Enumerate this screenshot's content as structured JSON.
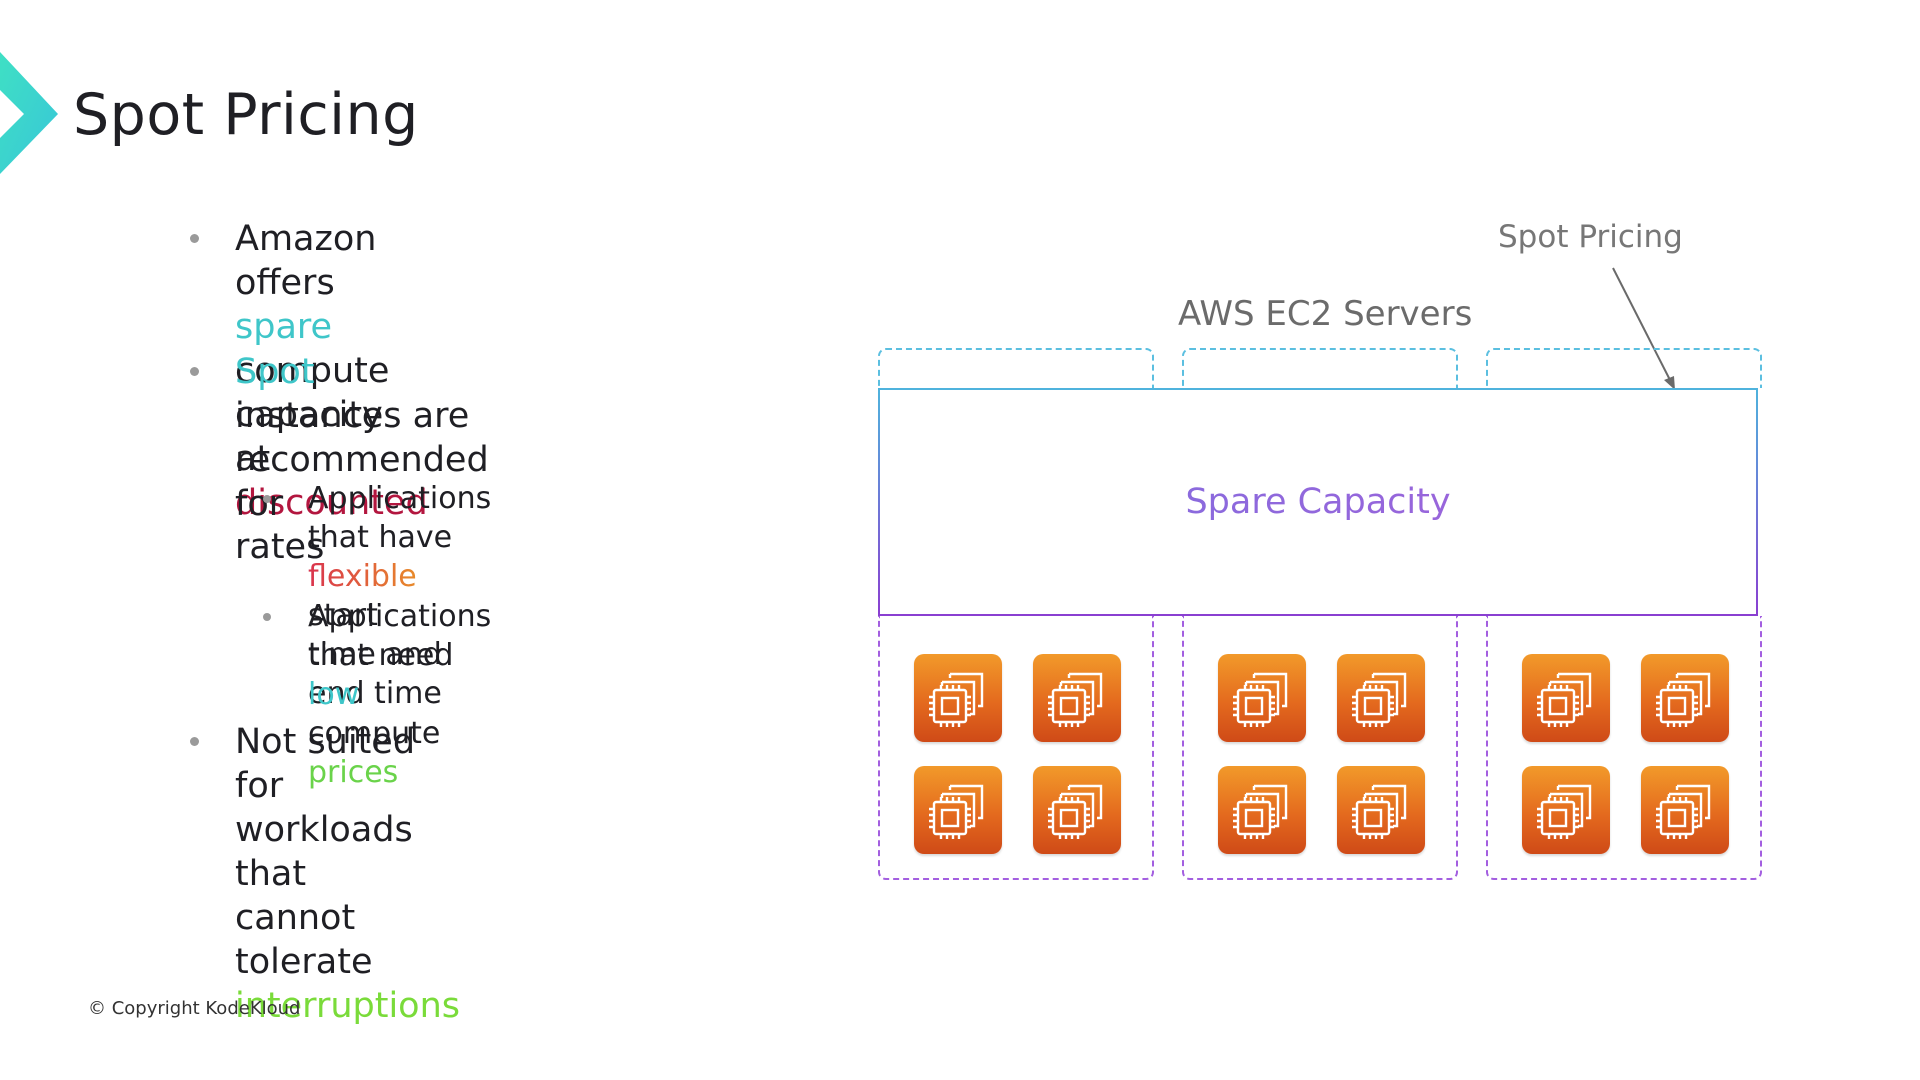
{
  "slide": {
    "title": "Spot Pricing",
    "copyright": "© Copyright KodeKloud"
  },
  "bullets": [
    {
      "segments": [
        {
          "text": "Amazon offers ",
          "style": "normal"
        },
        {
          "text": "spare",
          "style": "cyan"
        },
        {
          "text": " compute",
          "style": "normal"
        },
        {
          "text": "\ncapacity at ",
          "style": "normal"
        },
        {
          "text": "discounted",
          "style": "red"
        },
        {
          "text": " rates",
          "style": "normal"
        }
      ]
    },
    {
      "segments": [
        {
          "text": "Spot",
          "style": "cyan"
        },
        {
          "text": " instances are recommended\nfor",
          "style": "normal"
        }
      ]
    },
    {
      "segments": [
        {
          "text": "Applications that have ",
          "style": "normal"
        },
        {
          "text": "flexible",
          "style": "orange"
        },
        {
          "text": " start\ntime and end time",
          "style": "normal"
        }
      ]
    },
    {
      "segments": [
        {
          "text": "Applications that need ",
          "style": "normal"
        },
        {
          "text": "low",
          "style": "cyan"
        },
        {
          "text": "\ncompute ",
          "style": "normal"
        },
        {
          "text": "prices",
          "style": "green"
        }
      ]
    },
    {
      "segments": [
        {
          "text": "Not suited for workloads that\ncannot tolerate ",
          "style": "normal"
        },
        {
          "text": "interruptions",
          "style": "green2"
        }
      ]
    }
  ],
  "diagram": {
    "servers_label": "AWS EC2 Servers",
    "spot_pricing_label": "Spot Pricing",
    "spare_capacity_label": "Spare Capacity",
    "columns": [
      {
        "instances": 4,
        "icon": "ec2-instance-icon"
      },
      {
        "instances": 4,
        "icon": "ec2-instance-icon"
      },
      {
        "instances": 4,
        "icon": "ec2-instance-icon"
      }
    ]
  },
  "colors": {
    "accent_teal": "#3fd8c6",
    "cyan": "#3fc6c9",
    "red": "#b3163f",
    "green": "#6ad34a",
    "instance_orange": "#e46a1e",
    "dashed_top": "#5bbfe0",
    "dashed_bottom": "#a35fe0"
  }
}
